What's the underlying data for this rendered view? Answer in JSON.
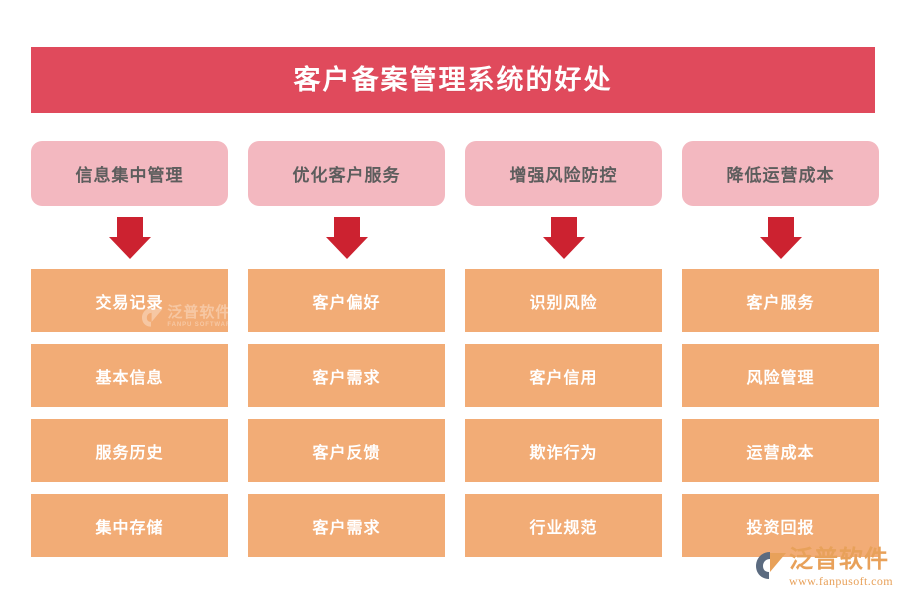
{
  "banner": {
    "title": "客户备案管理系统的好处",
    "bg_color": "#e04a5c",
    "text_color": "#ffffff"
  },
  "theme": {
    "header_pill_color": "#f3b8c0",
    "header_text_color": "#5d5d5d",
    "cell_color": "#f2ac76",
    "cell_text_color": "#ffffff",
    "arrow_color": "#cc2230",
    "logo_color": "#e8a15a",
    "page_bg": "#ffffff"
  },
  "columns": [
    {
      "header": "信息集中管理",
      "arrow": "down-arrow-icon",
      "cells": [
        "交易记录",
        "基本信息",
        "服务历史",
        "集中存储"
      ]
    },
    {
      "header": "优化客户服务",
      "arrow": "down-arrow-icon",
      "cells": [
        "客户偏好",
        "客户需求",
        "客户反馈",
        "客户需求"
      ]
    },
    {
      "header": "增强风险防控",
      "arrow": "down-arrow-icon",
      "cells": [
        "识别风险",
        "客户信用",
        "欺诈行为",
        "行业规范"
      ]
    },
    {
      "header": "降低运营成本",
      "arrow": "down-arrow-icon",
      "cells": [
        "客户服务",
        "风险管理",
        "运营成本",
        "投资回报"
      ]
    }
  ],
  "inline_watermark": {
    "cn": "泛普软件",
    "en": "FANPU SOFTWARE",
    "mark": "fanpu-logo-icon"
  },
  "corner_logo": {
    "cn": "泛普软件",
    "url": "www.fanpusoft.com",
    "mark": "fanpu-logo-icon"
  }
}
